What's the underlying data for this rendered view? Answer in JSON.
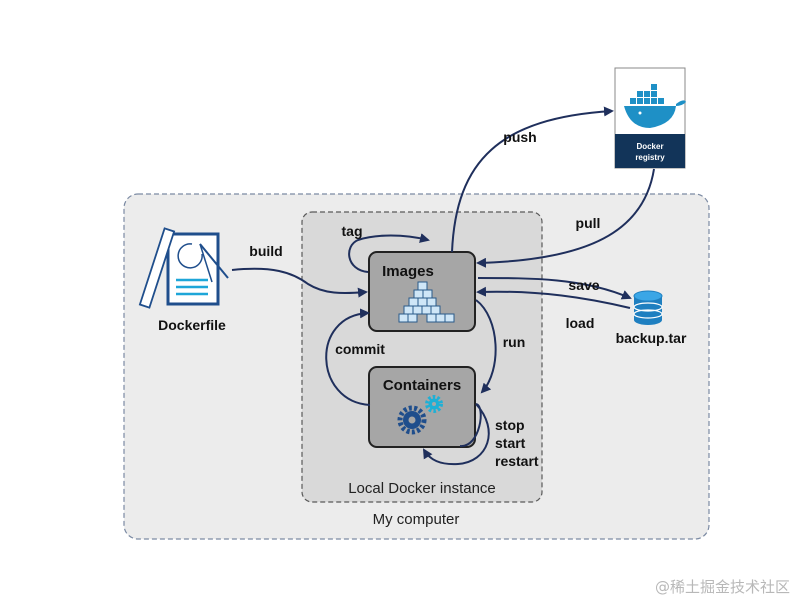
{
  "containers": {
    "my_computer": "My computer",
    "local_instance": "Local Docker instance"
  },
  "nodes": {
    "dockerfile": "Dockerfile",
    "images": "Images",
    "containers": "Containers",
    "registry_line1": "Docker",
    "registry_line2": "registry",
    "backup": "backup.tar"
  },
  "edges": {
    "build": "build",
    "tag": "tag",
    "push": "push",
    "pull": "pull",
    "save": "save",
    "load": "load",
    "run": "run",
    "commit": "commit",
    "stop": "stop",
    "start": "start",
    "restart": "restart"
  },
  "watermark": "@稀土掘金技术社区",
  "colors": {
    "edge": "#1f2f5c",
    "box_fill": "#a6a6a6",
    "region_fill": "#ececec",
    "docker_blue": "#1e90c6",
    "registry_band": "#123459"
  }
}
